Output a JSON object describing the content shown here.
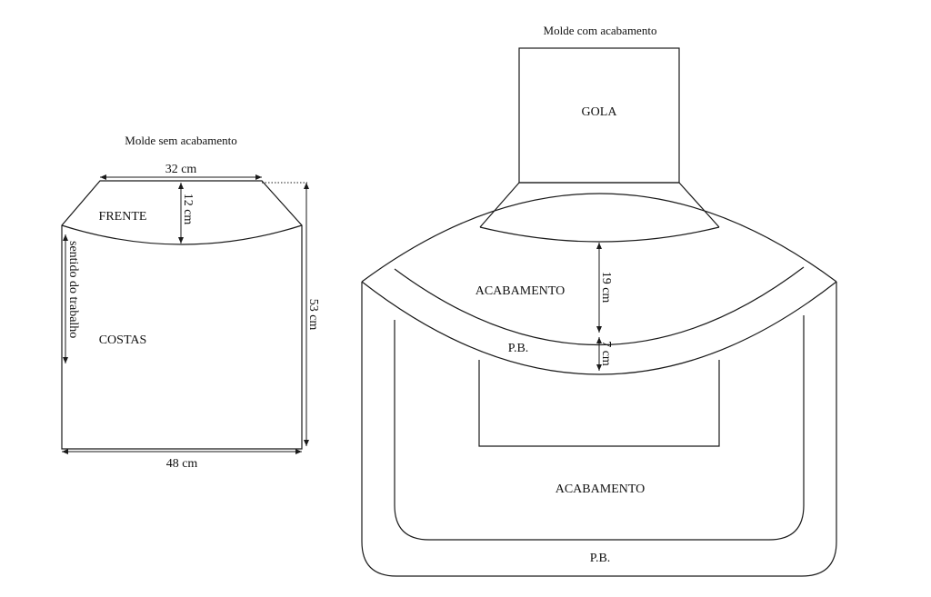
{
  "left_pattern": {
    "title": "Molde sem acabamento",
    "front_label": "FRENTE",
    "back_label": "COSTAS",
    "direction_label": "sentido do trabalho",
    "dim_top": "32 cm",
    "dim_front_depth": "12 cm",
    "dim_height": "53 cm",
    "dim_bottom": "48 cm"
  },
  "right_pattern": {
    "title": "Molde com acabamento",
    "collar_label": "GOLA",
    "upper_finish_label": "ACABAMENTO",
    "upper_band_label": "P.B.",
    "lower_finish_label": "ACABAMENTO",
    "lower_band_label": "P.B.",
    "dim_finish_depth": "19 cm",
    "dim_band_depth": "7 cm"
  },
  "colors": {
    "line": "#1a1a1a",
    "text": "#111111",
    "background": "#ffffff"
  }
}
